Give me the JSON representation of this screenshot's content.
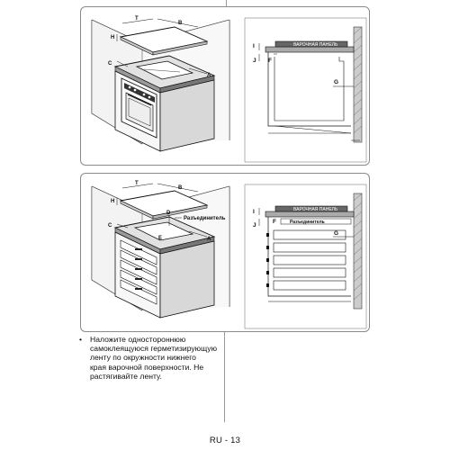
{
  "diagram_top": {
    "labels": {
      "t": "T",
      "b": "B",
      "h": "H",
      "c": "C",
      "a": "A"
    },
    "section": {
      "hob_label": "ВАРОЧНАЯ ПАНЕЛЬ",
      "i": "I",
      "j": "J",
      "f": "F",
      "g": "G"
    }
  },
  "diagram_bottom": {
    "labels": {
      "t": "T",
      "b": "B",
      "h": "H",
      "c": "C",
      "a": "A",
      "d": "D",
      "e": "E",
      "separator": "Разъединитель"
    },
    "section": {
      "hob_label": "ВАРОЧНАЯ ПАНЕЛЬ",
      "i": "I",
      "j": "J",
      "f": "F",
      "g": "G",
      "separator": "Разъединитель"
    }
  },
  "note": {
    "bullet": "•",
    "text": "Наложите одностороннюю\nсамоклеящуюся герметизирующую\nленту по окружности нижнего\nкрая варочной поверхности. Не\nрастягивайте ленту."
  },
  "footer": {
    "page": "RU - 13"
  }
}
